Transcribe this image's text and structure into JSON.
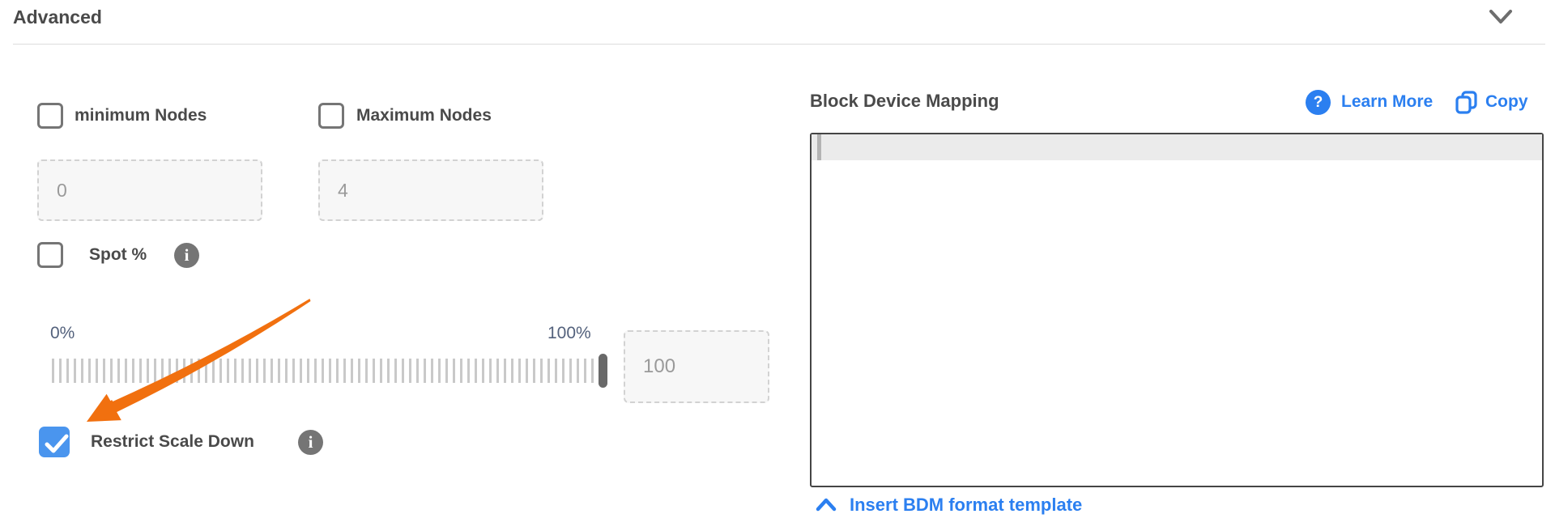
{
  "header": {
    "title": "Advanced"
  },
  "left_panel": {
    "min_nodes": {
      "label": "minimum Nodes",
      "value": "0",
      "checked": false
    },
    "max_nodes": {
      "label": "Maximum Nodes",
      "value": "4",
      "checked": false
    },
    "spot": {
      "label": "Spot %",
      "checked": false
    },
    "slider": {
      "min_label": "0%",
      "max_label": "100%",
      "value": "100"
    },
    "restrict_scale_down": {
      "label": "Restrict Scale Down",
      "checked": true
    }
  },
  "right_panel": {
    "title": "Block Device Mapping",
    "learn_more_label": "Learn More",
    "copy_label": "Copy",
    "editor_content": "",
    "insert_link_label": "Insert BDM format template"
  },
  "icons": {
    "info_glyph": "i",
    "help_glyph": "?"
  },
  "colors": {
    "accent-blue": "#2b7ff0",
    "checkbox-blue": "#4a95ee",
    "arrow-orange": "#f1700f",
    "label-gray": "#4a4a4a",
    "slate": "#53617c",
    "icon-gray": "#757575",
    "tick-gray": "#c9c9c9",
    "handle-gray": "#696969",
    "editor-border": "#454545",
    "line-highlight": "#ebebeb"
  }
}
